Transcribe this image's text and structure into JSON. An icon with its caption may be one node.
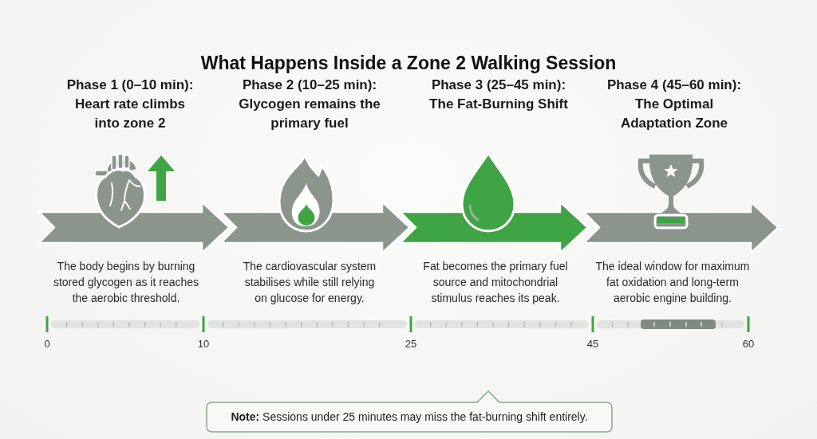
{
  "diagram": {
    "title": "What Happens Inside a Zone 2 Walking Session",
    "nodes": [
      {
        "text": [
          "Phase 1 (0–10 min): Heart rate climbs into zone 2",
          "The body begins by burning stored glycogen as it reaches the aerobic threshold."
        ]
      },
      {
        "text": [
          "Phase 2 (10–25 min): Glycogen remains the primary fuel",
          "The cardiovascular system stabilises while still relying on glucose for energy."
        ]
      },
      {
        "text": [
          "Phase 3 (25–45 min): The Fat-Burning Shift",
          "Fat becomes the primary fuel source and mitochondrial stimulus reaches its peak."
        ]
      },
      {
        "text": [
          "Phase 4 (45–60 min): The Optimal Adaptation Zone",
          "The ideal window for maximum fat oxidation and long-term aerobic engine building."
        ]
      },
      {
        "text": [
          "**Note:** Sessions under 25 minutes may miss the fat-burning shift entirely."
        ]
      }
    ],
    "labels": [
      "0",
      "10",
      "25",
      "45",
      "60"
    ]
  }
}
